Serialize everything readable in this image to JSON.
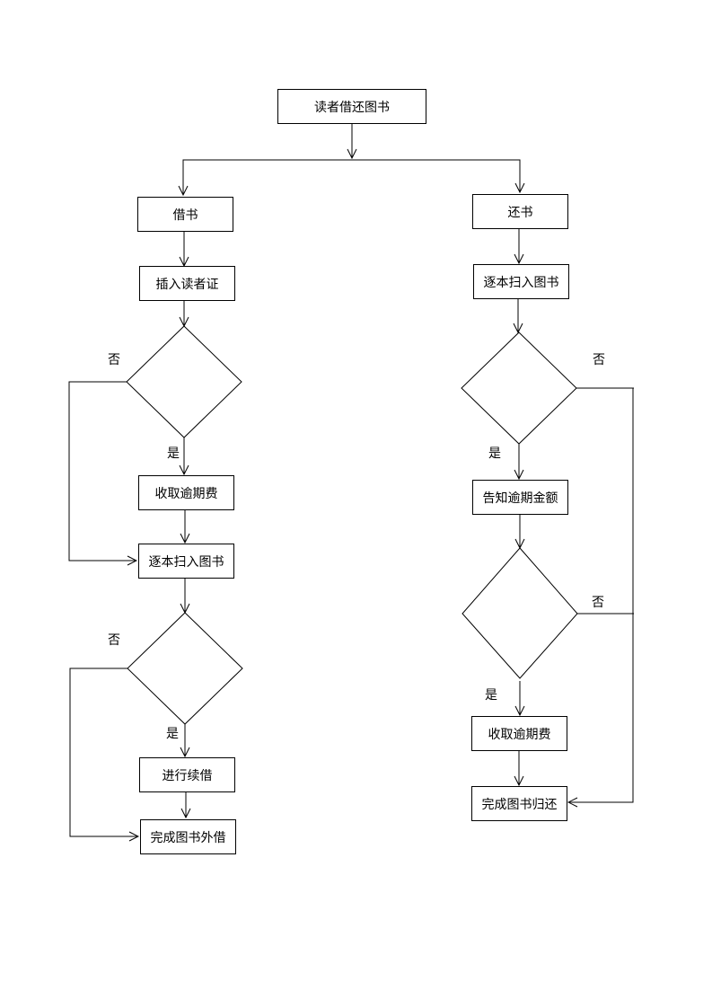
{
  "diagram": {
    "root": "读者借还图书",
    "borrow": {
      "title": "借书",
      "insert_card": "插入读者证",
      "collect_fee": "收取逾期费",
      "scan_books": "逐本扫入图书",
      "renew": "进行续借",
      "complete": "完成图书外借"
    },
    "return": {
      "title": "还书",
      "scan_books": "逐本扫入图书",
      "notify_amount": "告知逾期金额",
      "collect_fee": "收取逾期费",
      "complete": "完成图书归还"
    },
    "yes_label": "是",
    "no_label": "否"
  }
}
